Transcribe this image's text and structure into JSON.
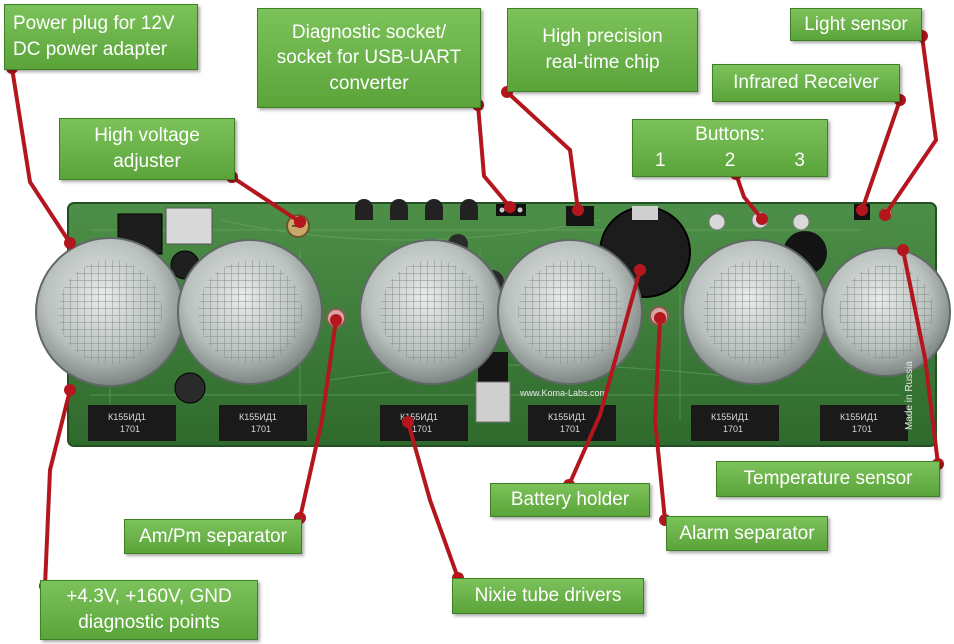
{
  "callouts": {
    "power_plug": {
      "lines": [
        "Power plug for 12V",
        "DC power adapter"
      ]
    },
    "diagnostic_socket": {
      "lines": [
        "Diagnostic socket/",
        "socket for USB-UART",
        "converter"
      ]
    },
    "rtc_chip": {
      "lines": [
        "High precision",
        "real-time chip"
      ]
    },
    "light_sensor": {
      "lines": [
        "Light sensor"
      ]
    },
    "infrared_receiver": {
      "lines": [
        "Infrared Receiver"
      ]
    },
    "hv_adjuster": {
      "lines": [
        "High voltage",
        "adjuster"
      ]
    },
    "buttons": {
      "title": "Buttons:",
      "numbers": [
        "1",
        "2",
        "3"
      ]
    },
    "temperature_sensor": {
      "lines": [
        "Temperature sensor"
      ]
    },
    "battery_holder": {
      "lines": [
        "Battery holder"
      ]
    },
    "alarm_separator": {
      "lines": [
        "Alarm separator"
      ]
    },
    "ampm_separator": {
      "lines": [
        "Am/Pm separator"
      ]
    },
    "nixie_drivers": {
      "lines": [
        "Nixie tube drivers"
      ]
    },
    "diagnostic_points": {
      "lines": [
        "+4.3V, +160V,  GND",
        "diagnostic points"
      ]
    }
  },
  "board": {
    "chip_label": "К155ИД1",
    "chip_code": "1701",
    "website": "www.Koma-Labs.com",
    "side_text": "Made in Russia"
  },
  "colors": {
    "callout_green": "#6ab64a",
    "leader_red": "#b3171d",
    "pcb_green": "#3e7d3a"
  }
}
